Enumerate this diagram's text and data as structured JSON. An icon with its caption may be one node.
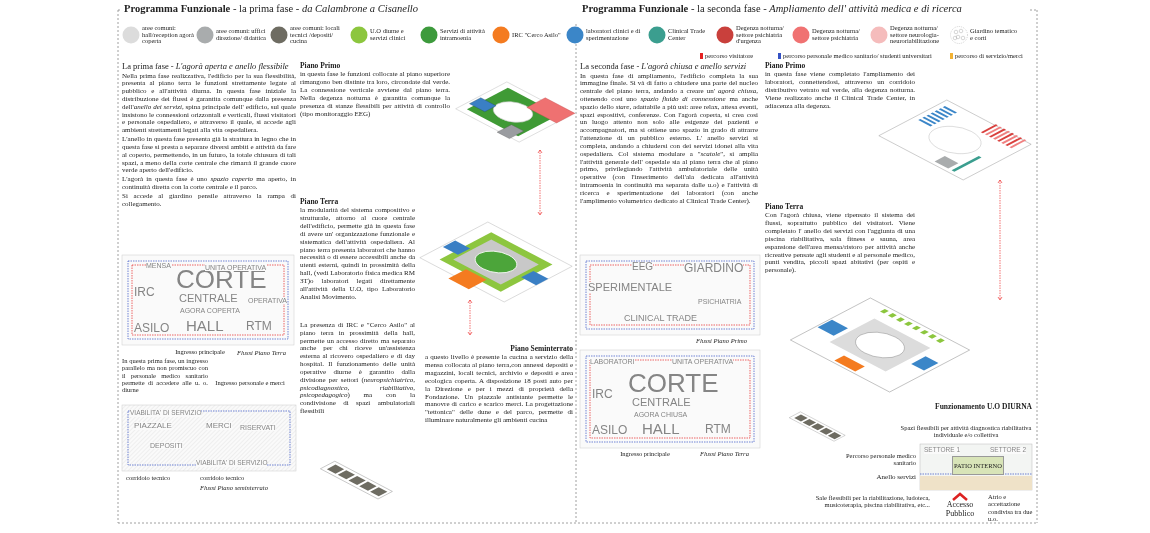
{
  "diagram": {
    "labels": [
      "**Programma Funzionale** - la prima fase - *da Calambrone a Cisanello*",
      "**Programma Funzionale** - la seconda fase - *Ampliamento dell' attività medica e di ricerca*",
      "La prima fase - *L'agorà aperta e anello flessibile*",
      "Nella prima fase realizzativa, l'edificio per la sua flessibilità, presenta al piano terra le funzioni strettamente legate al pubblico e all'attività diurna. In questa fase iniziale la distribuzione dei flussi è garantita comunque dalla presenza dell'*anello dei servizi*, spina principale dell' edificio, sul quale insistono le connessioni orizzontali e verticali, flussi visitatori e personale ospedaliero, e attraverso il quale, si accede agli ambienti strettamenti legati alla vita ospedaliera.",
      "L'anello in questa fase presenta già la strattura in legno che in questa fase si presta a separare diversi ambiti e attività da fare al coperto, permettendo, in un futuro, la totale chiusura di tali spazi, a meno della corte centrale che rimarrà il grande cuore verde aperto dell'edificio.",
      "L'agorà in questa fase è uno *spazio coperto* ma aperto, in continuità diretta con la corte centrale e il parco.",
      "Si accede al giardino pensile attraverso la rampa di collegamento.",
      "CORTE",
      "CENTRALE",
      "AGORA COPERTA",
      "IRC",
      "ASILO",
      "HALL",
      "MENSA",
      "UNITA OPERATIVA",
      "OPERATIVA",
      "RTM",
      "Ingresso principale",
      "Flussi Piano Terra",
      "In questa prima fase, un ingresso parallelo ma non promiscuo con il personale medico sanitario permette di accedere alle u. o. diurne",
      "Ingresso personale e merci",
      "VIABILITA' DI SERVIZIO",
      "VIABILITA' DI SERVIZIO",
      "PIAZZALE",
      "MERCI",
      "RISERVATI",
      "DEPOSITI",
      "corridoio tecnico",
      "corridoio tecnico",
      "Flussi Piano seminterrato",
      "Piano Primo",
      "in questa fase le funzioni collocate al piano superiore rimangono ben distinte tra loro, circondate dal verde. La connessione verticale avviene dal piano terra. Nella degenza notturna è garantita comunque la presenza di stanze flessibili per attività di controllo (tipo monitoraggio EEG)",
      "Piano Terra",
      "la modularità del sistema compositivo e strutturale, attorno al cuore centrale dell'edificio, permette già in questa fase di avere un' organizzazione funzionale e sistematica dell'attività ospedaliera. Al piano terra presenta laboratori che hanno necessità o di essere accessibili anche da utenti esterni, quindi in prossimità della hall, (vedi Laboratorio fisica medica RM 3T)o laboratori legati direttamente all'attività della U.O, tipo Laboratorio Analisi Movimento.",
      "La presenza di IRC e \"Cerco Asilo\" al piano terra in prossimità della hall, permette un accesso diretto ma separato anche per chi riceve un'assistenza esterna al ricovero ospedaliero e di day hospital. Il funzionamento delle unità operative diurne è garantito dalla divisione per settori (*neuropsichiatrico, psicodiagnostico, riabilitativo, psicopedagogico*) ma con la condivisione di spazi ambulatoriali flessibili",
      "Piano Seminterrato",
      "a questo livello è presente la cucina a servizio della mensa collocata al piano terra,con annessi depositi e magazzini, locali tecnici, archivio e depositi e area ecologica coperta. A disposizione 18 posti auto per la Direzione e per i mezzi di proprietà della Fondazione. Un piazzale antistante permette le manovre di carico e scarico merci. La progettazione \"tettonica\" delle dune e del parco, permette di illuminare naturalmente gli ambienti cucina",
      "La seconda fase - *L'agorà chiusa e anello servizi*",
      "In questa fase di ampliamento, l'edificio completa la sua immagine finale. Si và di fatto a chiudere una parte del nucleo centrale del piano terra, andando a creare un' *agorà chiusa*, ottenendo così uno *spazio fluido di connessione* ma anche spazio dello *stare*, adattabile a più usi: aree relax, attesa eventi, spazi espositivi, conferenze. Con l'agorà coperta, si crea così un luogo attento non solo alle esigenze dei pazienti e accompagnatori, ma si ottiene uno spazio in grado di attrarre l'attenzione di un pubblico esterno. L' anello servizi si completa, andando a chiudersi con dei servizi idonei alla vita ospedaliera. Col sistema modulare a \"*scatole*\", si amplia l'attività generale dell' ospedale sia al piano terra che al piano primo, privilegiando l'attività ambulatoriale delle unità operative (con l'inserimento dell'ala dedicata all'attività intramoenia in continuità ma separata dalle u.o) e l'attività di ricerca e sperimentazione dei laboratori (con anche l'amplimento volumetrico dedicato al Clinical Trade Center).",
      "GIARDINO",
      "SPERIMENTALE",
      "EEG",
      "CLINICAL TRADE",
      "PSICHIATRIA",
      "Flussi Piano Primo",
      "LABORATORI",
      "CORTE",
      "CENTRALE",
      "AGORA CHIUSA",
      "IRC",
      "ASILO",
      "HALL",
      "UNITA OPERATIVA",
      "RTM",
      "Ingresso principale",
      "Flussi Piano Terra",
      "Piano Primo",
      "in questa fase viene completato l'ampliamento dei laboratori, connettendosi, attraverso un corridoio distributivo vetrato sul verde, alla degenza notturna. Viene realizzato anche il Clinical Trade Center, in adiacenza alla degenza.",
      "Piano Terra",
      "Con l'agorà chiusa, viene ripensato il sistema dei flussi, soprattutto pubblico dei visitatori. Viene completato l' anello dei servizi con l'aggiunta di una piscina riabilitativa, sala fitness e sauna, area espansione dell'area mensa/ristoro per attività anche ricreative pensate agli studenti e al personale medico, punti vendita, piccoli spazi abitativi (per ospiti e personale).",
      "Funzionamento U.O DIURNA",
      "Spazi flessibili per attività diagnostica riabilitativa individuale e/o collettiva",
      "SETTORE 1",
      "SETTORE 2",
      "PATIO INTERNO",
      "Percorso personale medico sanitario",
      "Anello servizi",
      "Sale flessibili per la riabilitazione, ludoteca, musicoterapia, piscina riabilitativa, etc...",
      "Atrio e accettazione condivisa tra due u.o.",
      "Accesso Pubblico"
    ],
    "legend": [
      {
        "text": "aree comuni: hall/reception agorà coperta",
        "color": "#dcdcdc"
      },
      {
        "text": "aree comuni: uffici direzione/ didattica",
        "color": "#a9acad"
      },
      {
        "text": "aree comuni: locali tecnici /depositi/ cucina",
        "color": "#6e6c62"
      },
      {
        "text": "U.O diurne e servizi clinici",
        "color": "#8cc63e"
      },
      {
        "text": "Servizi di attività intramoenia",
        "color": "#3d9a3c"
      },
      {
        "text": "IRC \"Cerco Asilo\"",
        "color": "#f47b20"
      },
      {
        "text": "laboratori clinici e di sperimentazione",
        "color": "#3b86c8"
      },
      {
        "text": "Clinical Trade Center",
        "color": "#3b9e8f"
      },
      {
        "text": "Degenza notturna/ settore psichiatria d'urgenza",
        "color": "#c9403c"
      },
      {
        "text": "Degenza notturna/ settore psichiatria",
        "color": "#f07272"
      },
      {
        "text": "Degenza notturna/ settore neurologia- neuroriabilitazione",
        "color": "#f5bcbc"
      },
      {
        "text": "Giardino tematico e corti"
      },
      {
        "text": "percorso visitatore",
        "color": "#e52222"
      },
      {
        "text": "percorso personale medico sanitario/ studenti universitari",
        "color": "#3552c4"
      },
      {
        "text": "percorso di servizio/merci",
        "color": "#f2b233"
      }
    ]
  }
}
